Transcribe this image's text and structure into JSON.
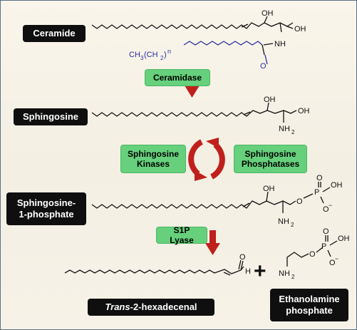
{
  "boxes": {
    "ceramide": "Ceramide",
    "sphingosine": "Sphingosine",
    "s1p_line1": "Sphingosine-",
    "s1p_line2": "1-phosphate",
    "hexadecenal_italic": "Trans",
    "hexadecenal_rest": "-2-hexadecenal",
    "ethanolamine_line1": "Ethanolamine",
    "ethanolamine_line2": "phosphate"
  },
  "enzymes": {
    "ceramidase": "Ceramidase",
    "kinases_line1": "Sphingosine",
    "kinases_line2": "Kinases",
    "phosphatases_line1": "Sphingosine",
    "phosphatases_line2": "Phosphatases",
    "s1p_lyase": "S1P Lyase"
  },
  "chem_labels": {
    "oh": "OH",
    "nh": "NH",
    "nh2": "NH",
    "sub2": "2",
    "o": "O",
    "p": "P",
    "minus": "−",
    "h": "H",
    "acyl_chain": "CH",
    "acyl_sub3": "3",
    "acyl_paren_open": "(CH",
    "acyl_sub2": "2",
    "acyl_paren_close": ")",
    "acyl_n": "n"
  },
  "plus_sign": "+",
  "colors": {
    "arrow_red": "#c0201c",
    "enzyme_green": "#66d07c",
    "label_dark": "#0f0f10",
    "acyl_blue": "#2a2ea0"
  }
}
